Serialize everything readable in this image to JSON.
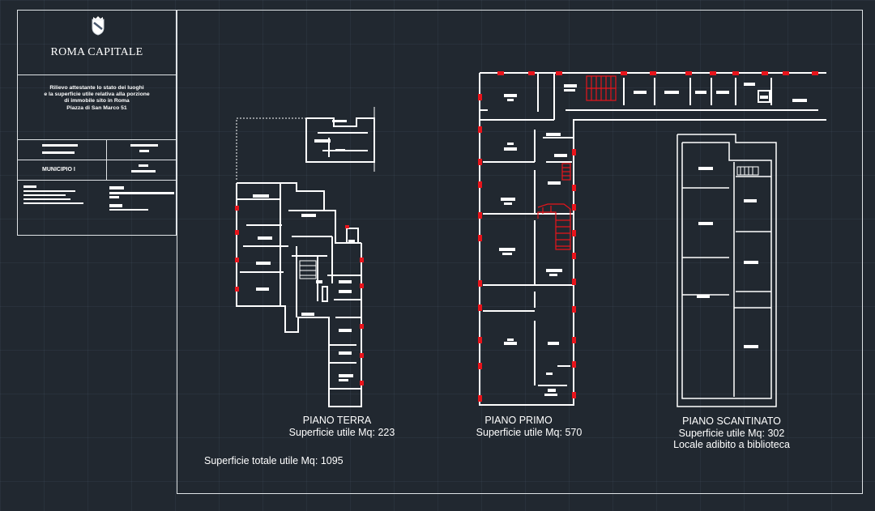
{
  "title_block": {
    "org_name": "ROMA CAPITALE",
    "description_lines": [
      "Rilievo attestante lo stato dei luoghi",
      "e la superficie utile relativa alla porzione",
      "di immobile sito in Roma",
      "Piazza di San Marco 51"
    ],
    "district": "MUNICIPIO I"
  },
  "plans": {
    "ground": {
      "name": "PIANO TERRA",
      "area_text": "Superficie utile Mq: 223"
    },
    "first": {
      "name": "PIANO PRIMO",
      "area_text": "Superficie utile Mq: 570"
    },
    "basement": {
      "name": "PIANO SCANTINATO",
      "area_text": "Superficie utile Mq: 302",
      "use_text": "Locale adibito a biblioteca"
    }
  },
  "total_area_text": "Superficie totale utile Mq: 1095",
  "colors": {
    "background": "#212830",
    "lines": "#ffffff",
    "highlight": "#e8141b"
  }
}
